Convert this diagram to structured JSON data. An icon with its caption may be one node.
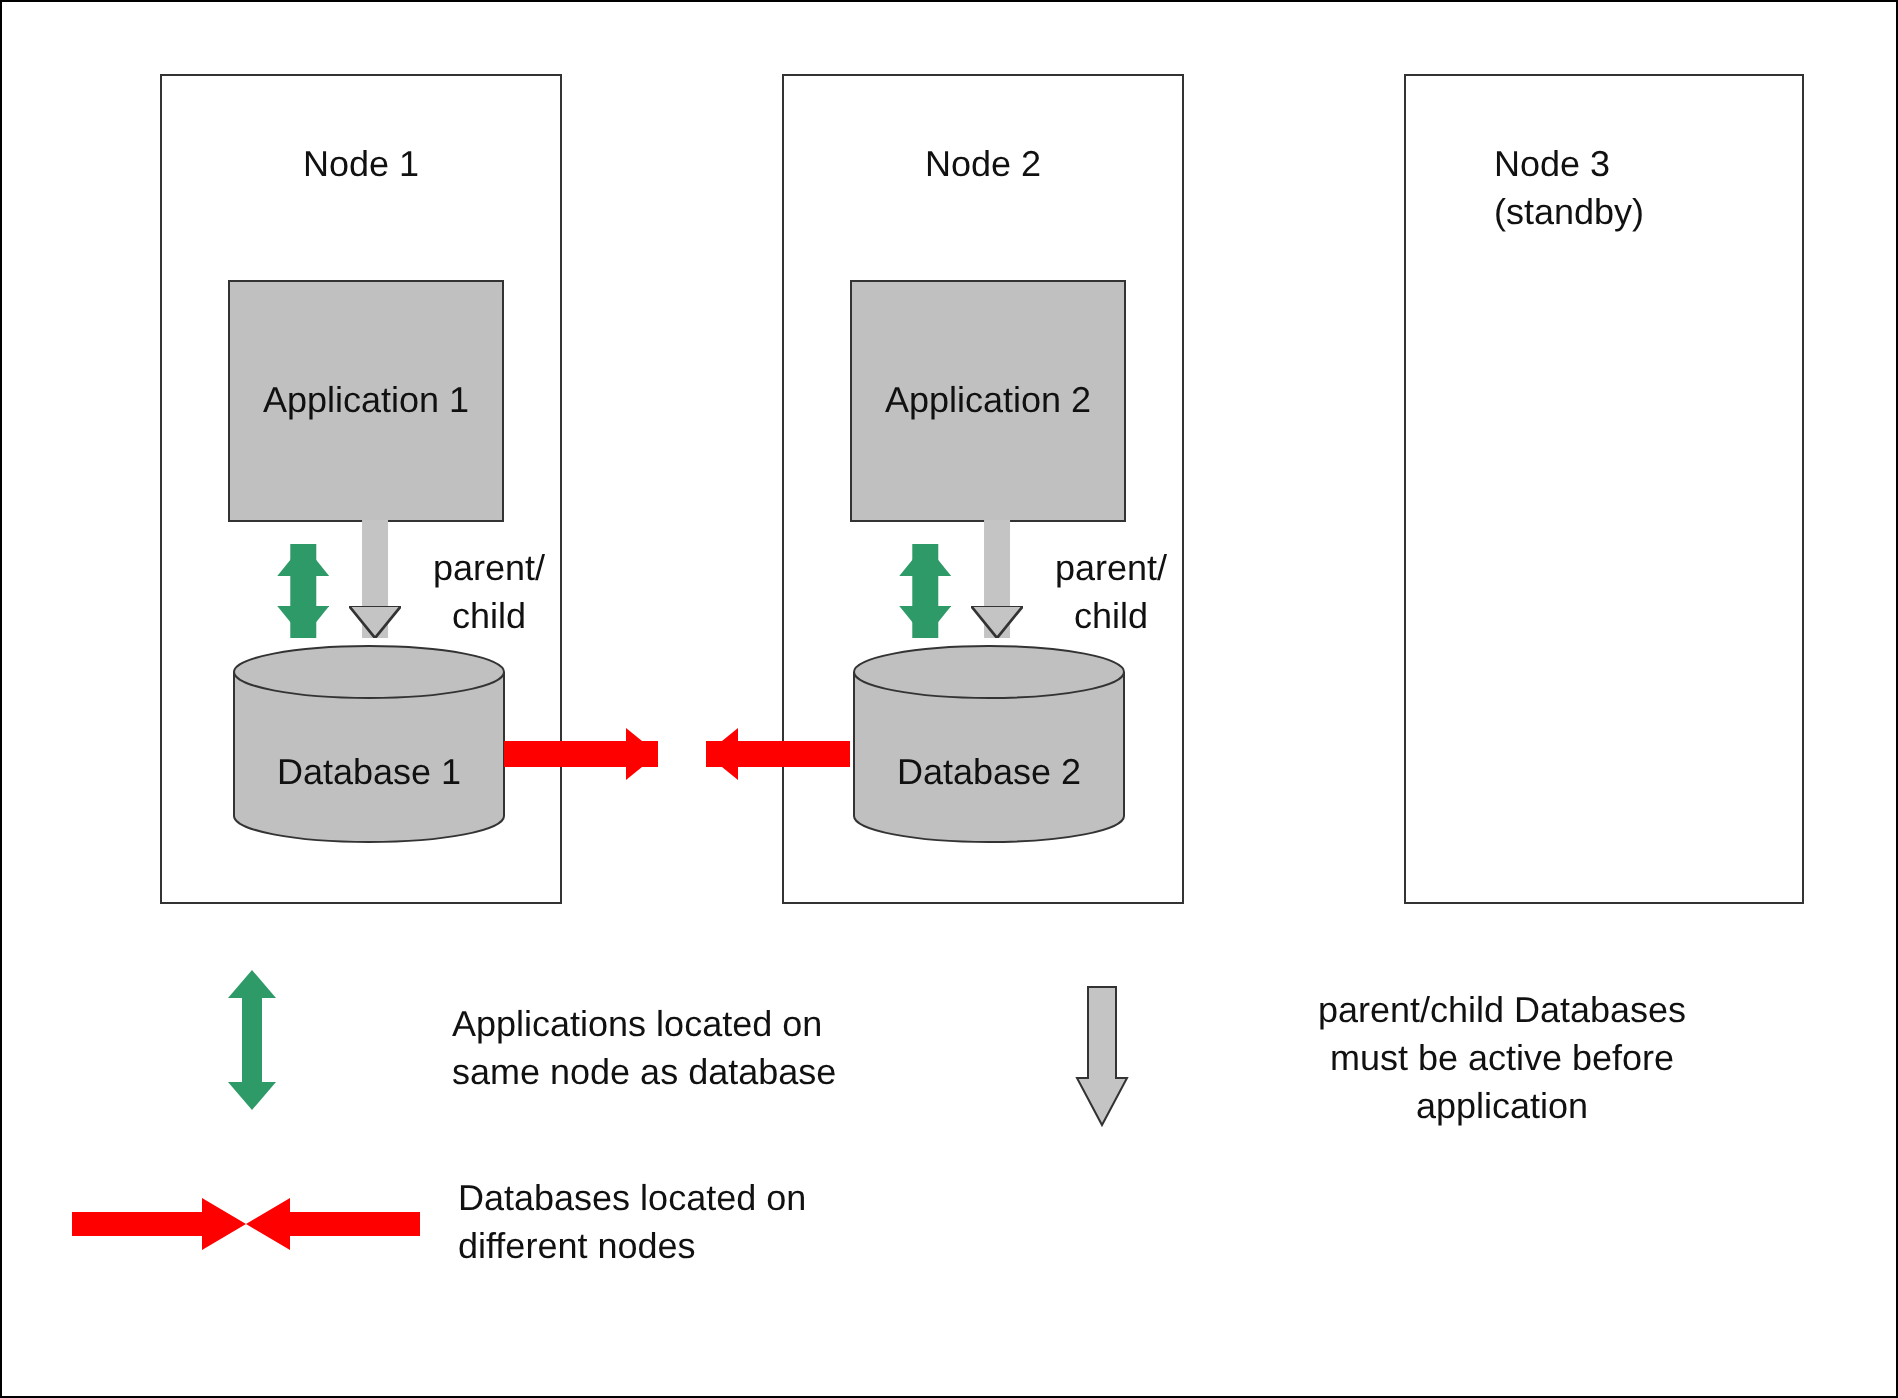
{
  "diagram": {
    "nodes": [
      {
        "text": [
          "Node 1"
        ]
      },
      {
        "text": [
          "Application 1"
        ],
        "in": 0
      },
      {
        "text": [
          "Database 1"
        ],
        "in": 0
      },
      {
        "text": [
          "Node 2"
        ]
      },
      {
        "text": [
          "Application 2"
        ],
        "in": 3
      },
      {
        "text": [
          "Database 2"
        ],
        "in": 3
      },
      {
        "text": [
          "Node 3 (standby)"
        ]
      }
    ],
    "edges": [
      {
        "from": 1,
        "to": 2,
        "arrow": "both",
        "color": "#2e9a68"
      },
      {
        "from": 1,
        "to": 2,
        "arrow": "to",
        "color": "#c4c4c4",
        "label": "parent/ child"
      },
      {
        "from": 4,
        "to": 5,
        "arrow": "both",
        "color": "#2e9a68"
      },
      {
        "from": 4,
        "to": 5,
        "arrow": "to",
        "color": "#c4c4c4",
        "label": "parent/ child"
      },
      {
        "from": 2,
        "to": null,
        "arrow": "to",
        "color": "#ff0000"
      },
      {
        "from": 5,
        "to": null,
        "arrow": "to",
        "color": "#ff0000"
      }
    ],
    "legend": [
      {
        "text": "Applications located on same node as database"
      },
      {
        "text": "parent/child Databases must be active before application"
      },
      {
        "text": "Databases located on different nodes"
      }
    ]
  }
}
